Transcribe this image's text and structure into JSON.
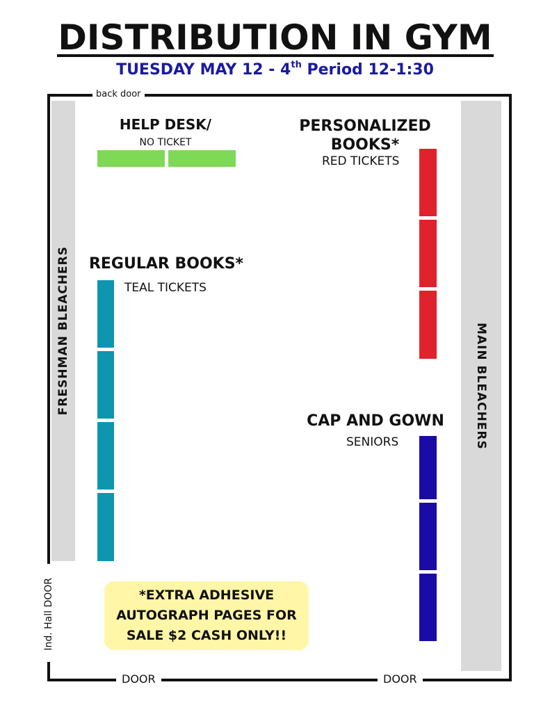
{
  "title": "DISTRIBUTION IN GYM",
  "subtitle_prefix": "TUESDAY MAY 12 - 4",
  "subtitle_sup": "th",
  "subtitle_suffix": " Period 12-1:30",
  "labels": {
    "back_door": "back door",
    "hall_door": "Ind. Hall DOOR",
    "door_left": "DOOR",
    "door_right": "DOOR",
    "freshman_bleachers": "FRESHMAN BLEACHERS",
    "main_bleachers": "MAIN BLEACHERS"
  },
  "stations": {
    "help_desk": {
      "title": "HELP DESK/",
      "subtitle": "NO TICKET",
      "color": "#7ed957",
      "tables": 2
    },
    "personalized": {
      "title_line1": "PERSONALIZED",
      "title_line2": "BOOKS*",
      "subtitle": "RED TICKETS",
      "color": "#e0222a",
      "tables": 3
    },
    "regular": {
      "title": "REGULAR BOOKS*",
      "subtitle": "TEAL TICKETS",
      "color": "#0d96ae",
      "tables": 4
    },
    "cap_gown": {
      "title": "CAP AND GOWN",
      "subtitle": "SENIORS",
      "color": "#1a0aa6",
      "tables": 3
    }
  },
  "note": {
    "line1": "*EXTRA ADHESIVE",
    "line2": "AUTOGRAPH PAGES FOR",
    "line3": "SALE $2 CASH ONLY!!"
  }
}
